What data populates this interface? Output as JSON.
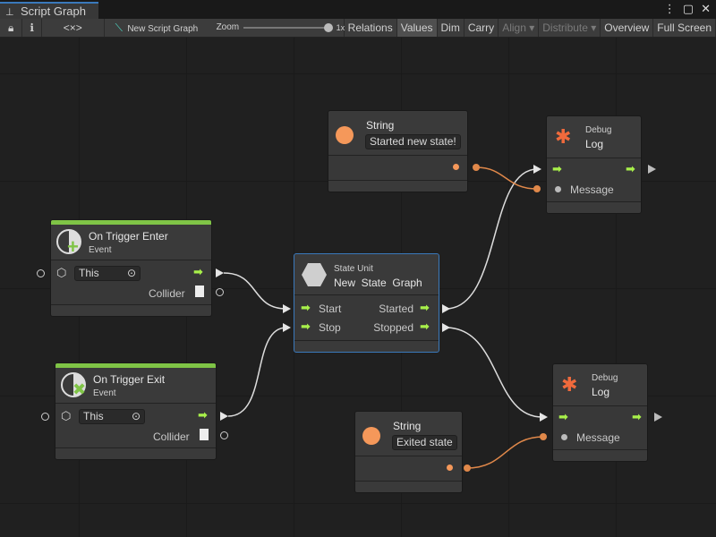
{
  "window": {
    "title": "Script Graph",
    "icon": "hierarchy-icon"
  },
  "toolbar": {
    "graph_name": "New Script Graph",
    "zoom_label": "Zoom",
    "zoom_value": "1x",
    "zoom_level": 1.0,
    "buttons": [
      "Relations",
      "Values",
      "Dim",
      "Carry",
      "Align ▾",
      "Distribute ▾",
      "Overview",
      "Full Screen"
    ],
    "active": "Values",
    "disabled": [
      "Align",
      "Distribute"
    ]
  },
  "colors": {
    "accent": "#3a79bb",
    "flow": "#a8f04a",
    "string": "#f5985a",
    "event": "#7fc446",
    "bug": "#f06a3c"
  },
  "nodes": {
    "string1": {
      "title": "String",
      "value": "Started new state!"
    },
    "string2": {
      "title": "String",
      "value": "Exited state"
    },
    "debug1": {
      "category": "Debug",
      "title": "Log",
      "port": "Message"
    },
    "debug2": {
      "category": "Debug",
      "title": "Log",
      "port": "Message"
    },
    "enter": {
      "title": "On Trigger Enter",
      "subtitle": "Event",
      "target": "This",
      "output": "Collider"
    },
    "exit": {
      "title": "On Trigger Exit",
      "subtitle": "Event",
      "target": "This",
      "output": "Collider"
    },
    "state": {
      "category": "State Unit",
      "title": "New  State  Graph",
      "in1": "Start",
      "in2": "Stop",
      "out1": "Started",
      "out2": "Stopped"
    }
  }
}
